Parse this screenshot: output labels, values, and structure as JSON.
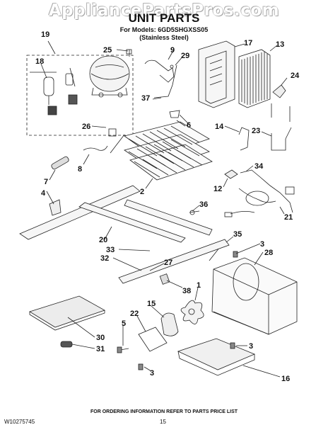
{
  "watermark": "AppliancePartsPros.com",
  "title": "UNIT PARTS",
  "models_line": "For Models: 6GD5SHGXSS05",
  "models_sub": "(Stainless Steel)",
  "footer": "FOR ORDERING INFORMATION REFER TO PARTS PRICE LIST",
  "doc_number": "W10275745",
  "page_number": "15",
  "callouts": [
    "19",
    "25",
    "18",
    "17",
    "9",
    "13",
    "29",
    "24",
    "37",
    "26",
    "6",
    "14",
    "23",
    "8",
    "2",
    "34",
    "7",
    "12",
    "4",
    "36",
    "21",
    "20",
    "35",
    "3",
    "33",
    "28",
    "32",
    "27",
    "38",
    "1",
    "15",
    "22",
    "5",
    "30",
    "31",
    "16"
  ]
}
